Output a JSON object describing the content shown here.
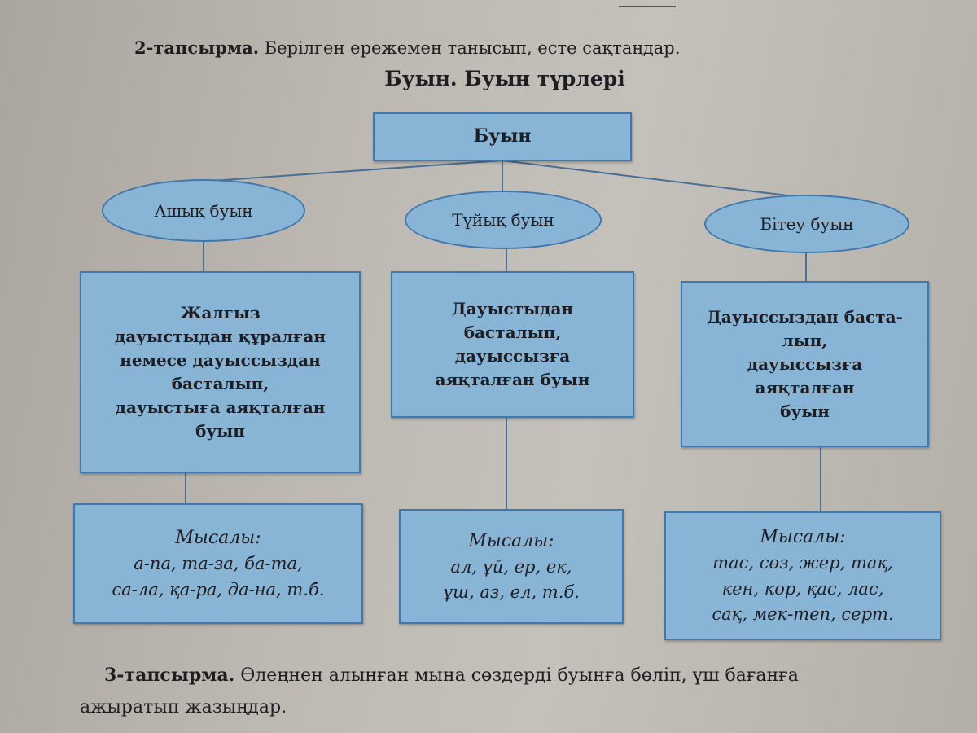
{
  "task2": {
    "label": "2-тапсырма.",
    "text": "Берілген ережемен танысып, есте сақтаңдар."
  },
  "title": "Буын.  Буын түрлері",
  "root": "Буын",
  "types": [
    {
      "name": "Ашық буын",
      "definition": [
        "Жалғыз",
        "дауыстыдан құралған",
        "немесе дауыссыздан",
        "басталып,",
        "дауыстыға аяқталған",
        "буын"
      ],
      "examples_label": "Мысалы:",
      "examples": [
        "а-па, та-за, ба-та,",
        "са-ла, қа-ра, да-на, т.б."
      ]
    },
    {
      "name": "Тұйық буын",
      "definition": [
        "Дауыстыдан",
        "басталып,",
        "дауыссызға",
        "аяқталған буын"
      ],
      "examples_label": "Мысалы:",
      "examples": [
        "ал, ұй, ер, ек,",
        "ұш, аз, ел, т.б."
      ]
    },
    {
      "name": "Бітеу буын",
      "definition": [
        "Дауыссыздан баста-",
        "лып,",
        "дауыссызға",
        "аяқталған",
        "буын"
      ],
      "examples_label": "Мысалы:",
      "examples": [
        "тас, сөз, жер, тақ,",
        "кен, көр, қас, лас,",
        "сақ, мек-теп, серт."
      ]
    }
  ],
  "task3": {
    "label": "3-тапсырма.",
    "text": "Өлеңнен алынған мына сөздерді буынға бөліп, үш бағанға",
    "text2": "ажыратып жазыңдар."
  },
  "colors": {
    "box": "#88b4d6",
    "border": "#3f78ad"
  }
}
